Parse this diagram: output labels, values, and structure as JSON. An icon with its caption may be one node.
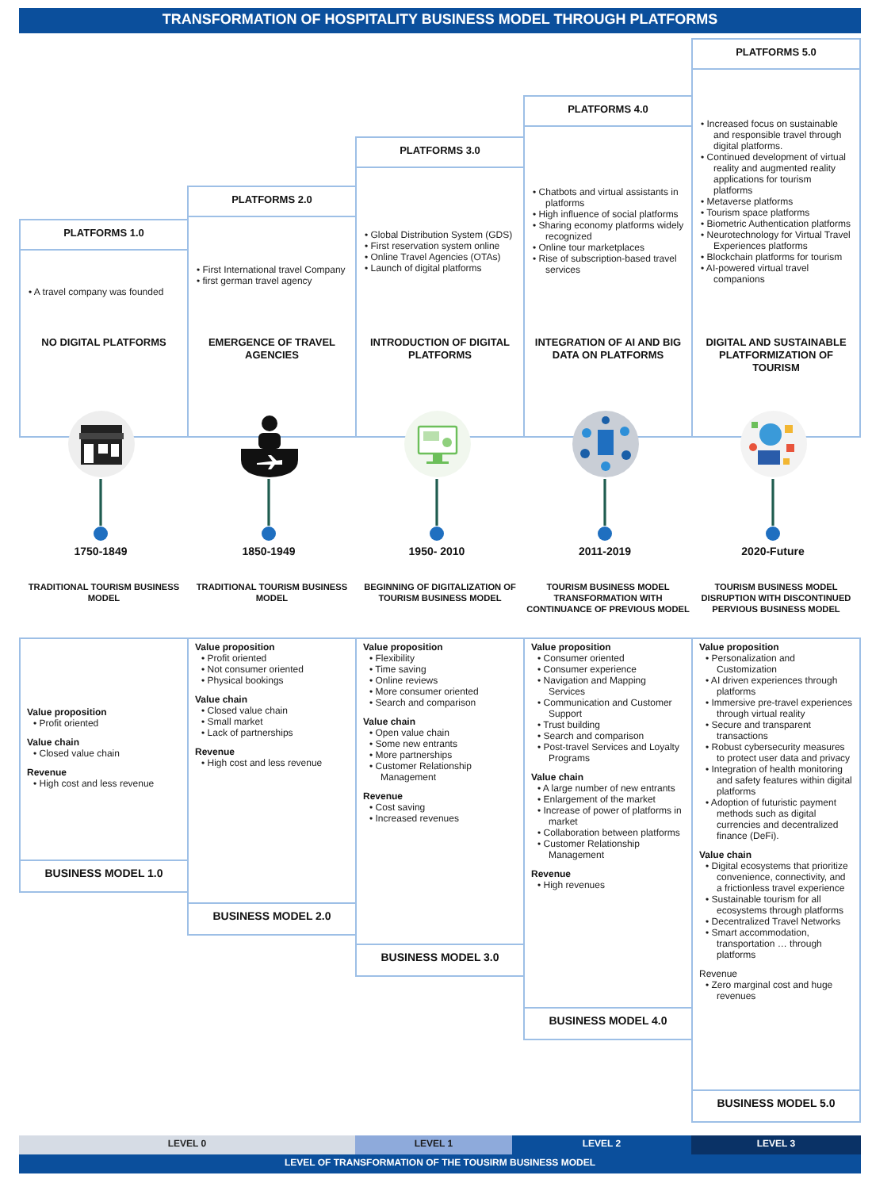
{
  "diagram": {
    "title": "TRANSFORMATION OF HOSPITALITY BUSINESS MODEL THROUGH PLATFORMS",
    "nodes": [
      {
        "text": [
          "PLATFORMS 1.0",
          "• A travel company was founded",
          "NO DIGITAL PLATFORMS"
        ]
      },
      {
        "text": [
          "PLATFORMS 2.0",
          "• First International travel Company",
          "• first german travel agency",
          "EMERGENCE OF TRAVEL AGENCIES"
        ]
      },
      {
        "text": [
          "PLATFORMS 3.0",
          "• Global Distribution System (GDS)",
          "• First reservation system online",
          "• Online Travel Agencies (OTAs)",
          "• Launch of digital platforms",
          "INTRODUCTION OF DIGITAL PLATFORMS"
        ]
      },
      {
        "text": [
          "PLATFORMS 4.0",
          "• Chatbots and virtual assistants in platforms",
          "• High influence of social platforms",
          "• Sharing economy platforms widely recognized",
          "• Online tour marketplaces",
          "• Rise of subscription-based travel services",
          "INTEGRATION OF AI AND BIG DATA ON PLATFORMS"
        ]
      },
      {
        "text": [
          "PLATFORMS 5.0",
          "• Increased focus on sustainable and responsible travel through digital platforms.",
          "• Continued development of virtual reality and augmented reality applications for tourism platforms",
          "• Metaverse platforms",
          "• Tourism space platforms",
          "• Biometric Authentication platforms",
          "• Neurotechnology for Virtual Travel Experiences platforms",
          "• Blockchain platforms for tourism",
          "• AI-powered virtual travel companions",
          "DIGITAL AND SUSTAINABLE PLATFORMIZATION OF TOURISM"
        ]
      },
      {
        "text": [],
        "shape": "picture"
      },
      {
        "text": [],
        "shape": "picture"
      },
      {
        "text": [],
        "shape": "picture"
      },
      {
        "text": [],
        "shape": "picture"
      },
      {
        "text": [],
        "shape": "picture"
      },
      {
        "text": [],
        "shape": "circle",
        "beside": [
          "1750-1849"
        ]
      },
      {
        "text": [],
        "shape": "circle",
        "beside": [
          "1850-1949"
        ]
      },
      {
        "text": [],
        "shape": "circle",
        "beside": [
          "1950- 2010"
        ]
      },
      {
        "text": [],
        "shape": "circle",
        "beside": [
          "2011-2019"
        ]
      },
      {
        "text": [],
        "shape": "circle",
        "beside": [
          "2020-Future"
        ]
      },
      {
        "text": [
          "TRADITIONAL TOURISM BUSINESS MODEL",
          "Value proposition",
          "• Profit oriented",
          "Value chain",
          "• Closed value chain",
          "Revenue",
          "• High cost and less revenue",
          "BUSINESS MODEL 1.0"
        ]
      },
      {
        "text": [
          "TRADITIONAL TOURISM BUSINESS MODEL",
          "Value proposition",
          "• Profit oriented",
          "• Not consumer oriented",
          "• Physical bookings",
          "Value chain",
          "• Closed value chain",
          "• Small market",
          "• Lack of partnerships",
          "Revenue",
          "• High cost and less revenue",
          "BUSINESS MODEL 2.0"
        ]
      },
      {
        "text": [
          "BEGINNING OF DIGITALIZATION OF TOURISM BUSINESS MODEL",
          "Value proposition",
          "• Flexibility",
          "• Time saving",
          "• Online reviews",
          "• More consumer oriented",
          "• Search and comparison",
          "Value chain",
          "• Open value chain",
          "• Some new entrants",
          "• More partnerships",
          "• Customer Relationship Management",
          "Revenue",
          "• Cost saving",
          "• Increased revenues",
          "BUSINESS MODEL 3.0"
        ]
      },
      {
        "text": [
          "TOURISM BUSINESS MODEL TRANSFORMATION WITH CONTINUANCE OF PREVIOUS MODEL",
          "Value proposition",
          "• Consumer oriented",
          "• Consumer experience",
          "• Navigation and Mapping Services",
          "• Communication and Customer Support",
          "• Trust building",
          "• Search and comparison",
          "• Post-travel Services and Loyalty Programs",
          "Value chain",
          "• A large number of new entrants",
          "• Enlargement of the market",
          "• Increase of power of platforms in market",
          "• Collaboration between platforms",
          "• Customer Relationship Management",
          "Revenue",
          "• High revenues",
          "BUSINESS MODEL 4.0"
        ]
      },
      {
        "text": [
          "TOURISM BUSINESS MODEL DISRUPTION WITH DISCONTINUED PERVIOUS BUSINESS MODEL",
          "Value proposition",
          "• Personalization and Customization",
          "• AI driven experiences through platforms",
          "• Immersive pre-travel experiences through virtual reality",
          "• Secure and transparent transactions",
          "• Robust cybersecurity measures to protect user data and privacy",
          "• Integration of health monitoring and safety features within digital platforms",
          "• Adoption of futuristic payment methods such as digital currencies and decentralized finance (DeFi).",
          "Value chain",
          "• Digital ecosystems that prioritize convenience, connectivity, and a frictionless travel experience",
          "• Sustainable tourism for all ecosystems through platforms",
          "• Decentralized Travel Networks",
          "• Smart accommodation, transportation … through platforms",
          "Revenue",
          "• Zero marginal cost and huge revenues",
          "BUSINESS MODEL 5.0"
        ]
      },
      {
        "text": [
          "LEVEL 0"
        ]
      },
      {
        "text": [
          "LEVEL 1"
        ]
      },
      {
        "text": [
          "LEVEL 2"
        ]
      },
      {
        "text": [
          "LEVEL 3"
        ]
      },
      {
        "text": [
          "LEVEL OF TRANSFORMATION OF THE TOUSIRM BUSINESS MODEL"
        ]
      }
    ],
    "edges": [
      {
        "from": 5,
        "to": 10,
        "arrow": "none"
      },
      {
        "from": 6,
        "to": 11,
        "arrow": "none"
      },
      {
        "from": 7,
        "to": 12,
        "arrow": "none"
      },
      {
        "from": 8,
        "to": 13,
        "arrow": "none"
      },
      {
        "from": 9,
        "to": 14,
        "arrow": "none"
      }
    ]
  }
}
